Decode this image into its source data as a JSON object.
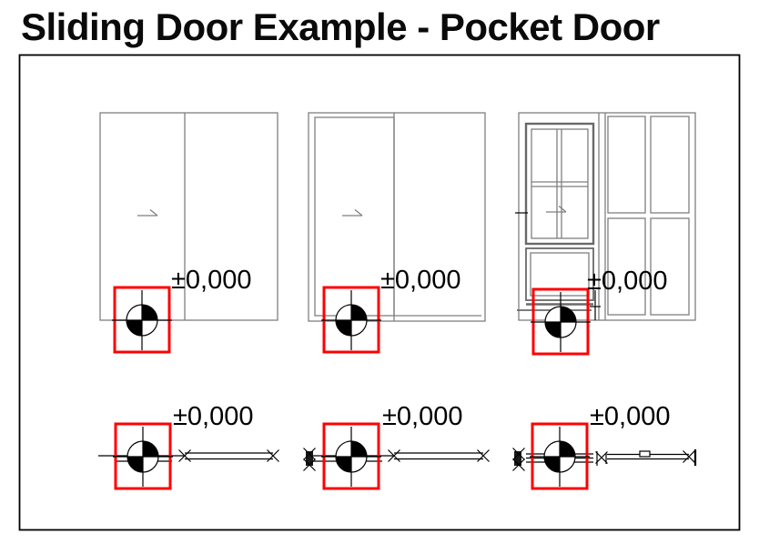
{
  "title": "Sliding Door Example - Pocket Door",
  "colors": {
    "red": "#ff0000",
    "door_gray": "#7f7f7f",
    "frame_gray": "#696969",
    "ink": "#000000",
    "paper": "#ffffff"
  },
  "annotations": {
    "elevation_levels": [
      "±0,000",
      "±0,000",
      "±0,000"
    ],
    "plan_levels": [
      "±0,000",
      "±0,000",
      "±0,000"
    ]
  }
}
